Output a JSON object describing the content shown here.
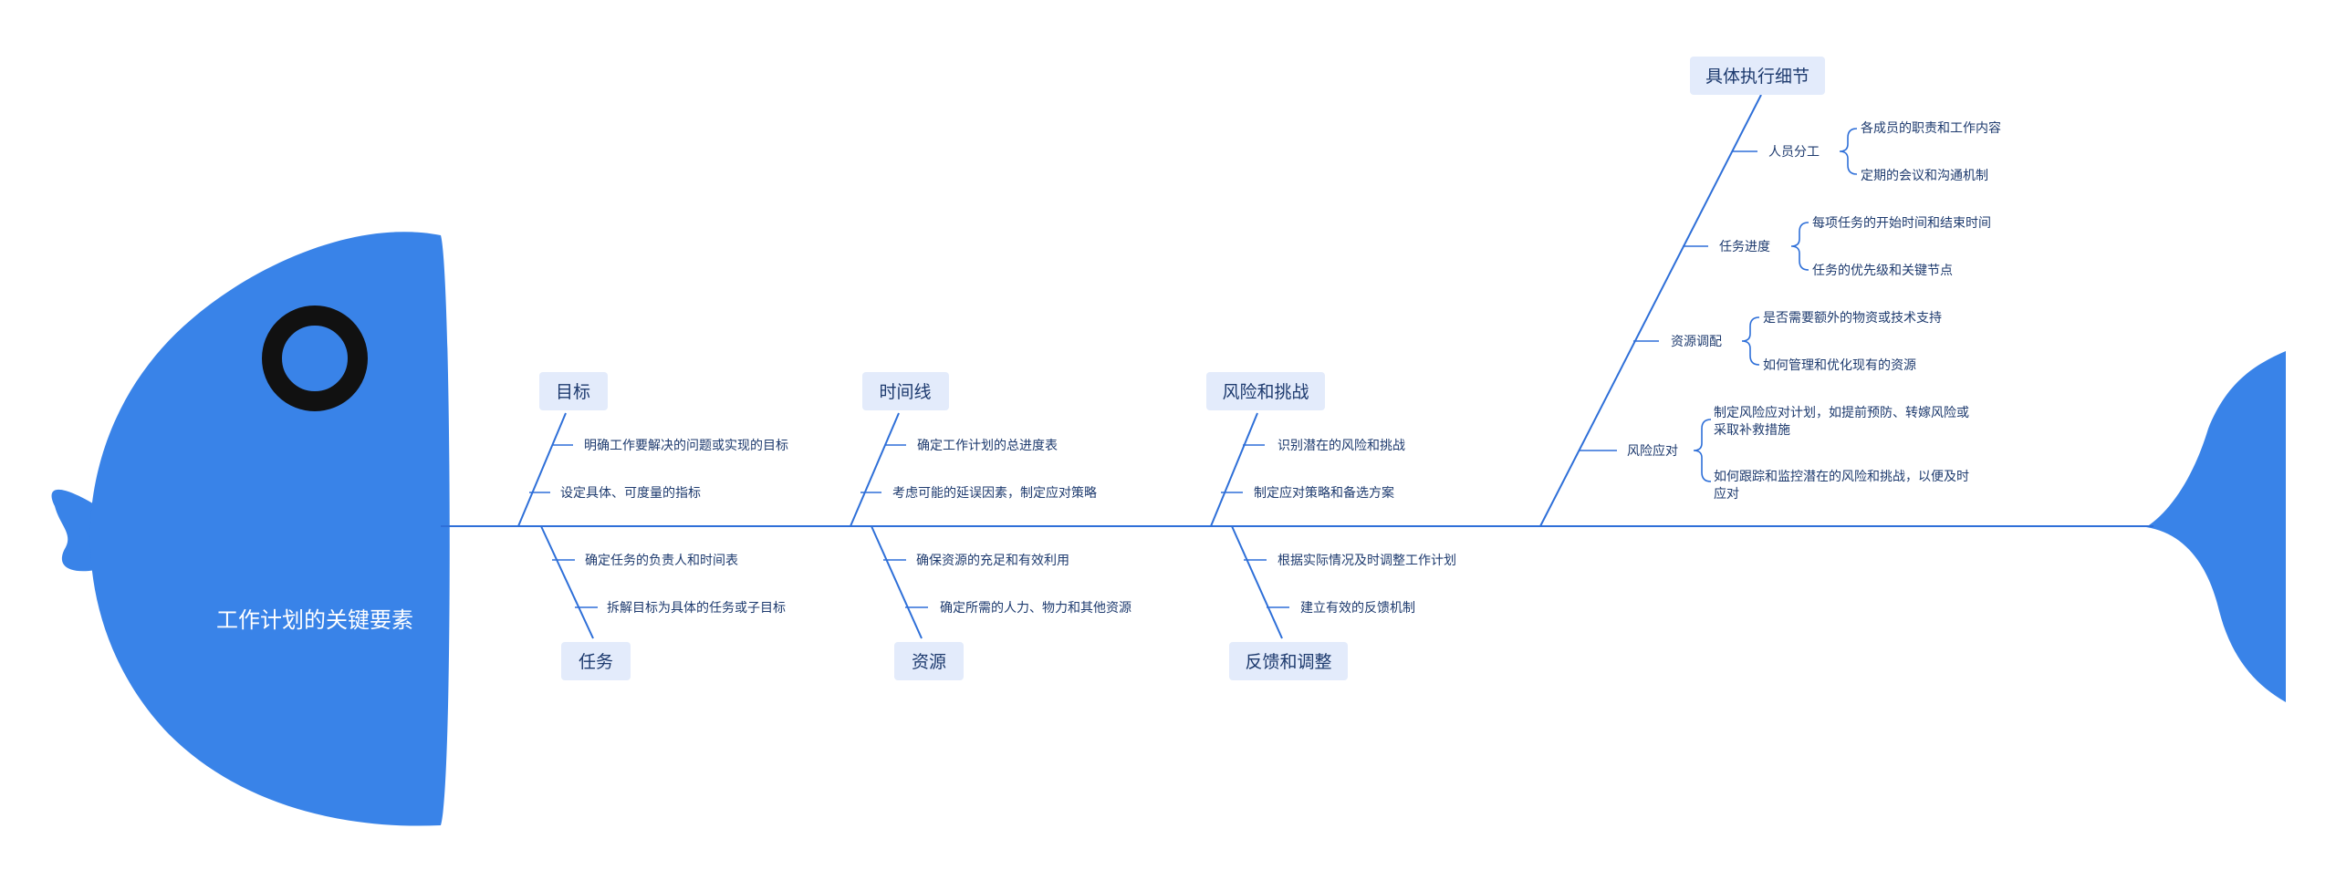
{
  "central": {
    "label": "工作计划的关键要素"
  },
  "colors": {
    "fish": "#3983e8",
    "line": "#2e6fd8",
    "topic_bg": "#e3ebfb",
    "text": "#1d3a6e"
  },
  "branches": [
    {
      "title": "目标",
      "items": [
        "明确工作要解决的问题或实现的目标",
        "设定具体、可度量的指标"
      ]
    },
    {
      "title": "任务",
      "items": [
        "确定任务的负责人和时间表",
        "拆解目标为具体的任务或子目标"
      ]
    },
    {
      "title": "时间线",
      "items": [
        "确定工作计划的总进度表",
        "考虑可能的延误因素，制定应对策略"
      ]
    },
    {
      "title": "资源",
      "items": [
        "确保资源的充足和有效利用",
        "确定所需的人力、物力和其他资源"
      ]
    },
    {
      "title": "风险和挑战",
      "items": [
        "识别潜在的风险和挑战",
        "制定应对策略和备选方案"
      ]
    },
    {
      "title": "反馈和调整",
      "items": [
        "根据实际情况及时调整工作计划",
        "建立有效的反馈机制"
      ]
    }
  ],
  "detail": {
    "title": "具体执行细节",
    "groups": [
      {
        "label": "人员分工",
        "items": [
          "各成员的职责和工作内容",
          "定期的会议和沟通机制"
        ]
      },
      {
        "label": "任务进度",
        "items": [
          "每项任务的开始时间和结束时间",
          "任务的优先级和关键节点"
        ]
      },
      {
        "label": "资源调配",
        "items": [
          "是否需要额外的物资或技术支持",
          "如何管理和优化现有的资源"
        ]
      },
      {
        "label": "风险应对",
        "items": [
          [
            "制定风险应对计划，如提前预防、转嫁风险或",
            "采取补救措施"
          ],
          [
            "如何跟踪和监控潜在的风险和挑战，以便及时",
            "应对"
          ]
        ]
      }
    ]
  }
}
